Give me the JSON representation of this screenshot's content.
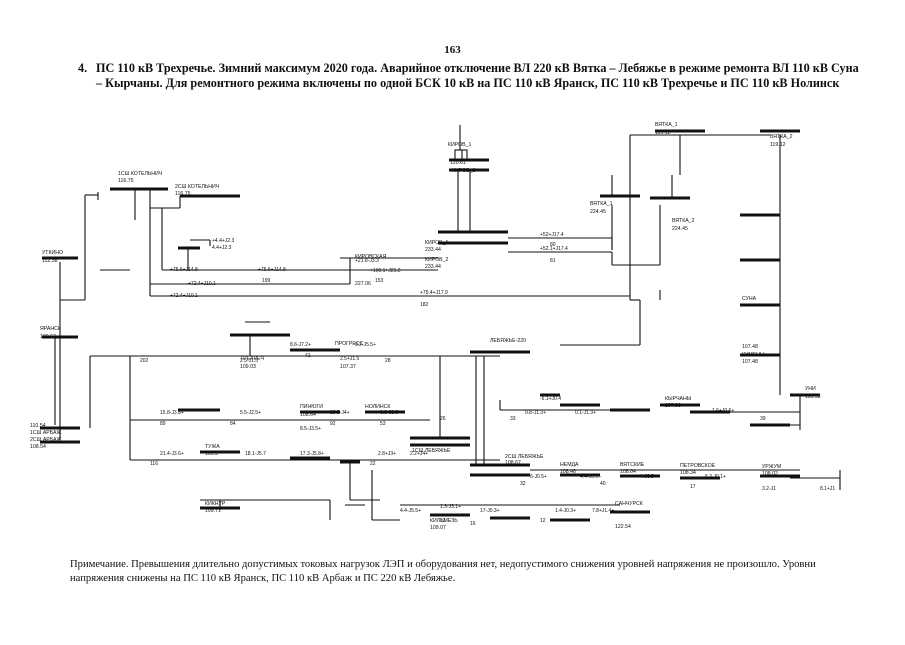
{
  "page_number": "163",
  "heading": {
    "number": "4.",
    "text": "ПС 110 кВ Трехречье. Зимний максимум 2020 года. Аварийное отключение ВЛ 220 кВ Вятка – Лебяжье в режиме ремонта ВЛ 110 кВ Суна – Кырчаны. Для ремонтного режима включены по одной БСК 10 кВ на ПС 110 кВ Яранск, ПС 110 кВ Трехречье и ПС 110 кВ Нолинск"
  },
  "diagram": {
    "buses": {
      "kotelnich1": "1СШ КОТЕЛЬНИЧ",
      "kotelnich1_v": "116.75",
      "kotelnich2": "2СШ КОТЕЛЬНИЧ",
      "kotelnich2_v": "116.75",
      "kirov1": "КИРОВ_1",
      "kirov1_v": "120.61",
      "kirov2_top": "КИРОВ_2",
      "kirov2": "КИРОВ_2",
      "kirov2_v": "233.44",
      "kirov1_mid": "КИРОВ_1",
      "kirov1_mid_v": "233.44",
      "vyatka1_top": "ВЯТКА_1",
      "vyatka1_top_v": "119.12",
      "vyatka2_top": "ВЯТКА_2",
      "vyatka2_top_v": "119.12",
      "vyatka1": "ВЯТКА_1",
      "vyatka1_v": "224.45",
      "vyatka2": "ВЯТКА_2",
      "vyatka2_v": "224.45",
      "kirovskaya": "КИРОВСКАЯ",
      "kirovskaya_v": "227.06",
      "utkino": "УТКИНО",
      "utkino_v": "112.38",
      "yaransk": "ЯРАНСК",
      "yaransk_v": "109.67",
      "treh": "ТРЕХРЕЧ",
      "treh_v": "109.03",
      "pinyugi": "ПИНЮГИ",
      "pinyugi_v": "108.64",
      "nolinsk": "НОЛИНСК",
      "arbazh1": "1СШ АРБАЖ",
      "arbazh2": "2СШ АРБАЖ",
      "arbazh_v1": "110.54",
      "arbazh_v2": "108.54",
      "lebyazhe220": "ЛЕБЯЖЬЕ-220",
      "lebyazhe1": "1СШ ЛЕБЯЖЬЕ",
      "lebyazhe2": "2СШ ЛЕБЯЖЬЕ",
      "lebyazhe_v": "108.67",
      "kirchany": "КЫРЧАНЫ",
      "kirchany_v": "107.93",
      "suna": "СУНА",
      "suna_v": "107.48",
      "uni": "УНИ",
      "uni_v": "110.53",
      "kumeny": "КУМЕНЫ",
      "kumeny_v": "107.48",
      "vyatskie": "ВЯТСКИЕ",
      "vyatskie_v": "108.04",
      "urzhum": "УРЖУМ",
      "urzhum_v": "108.02",
      "petrovskoe": "ПЕТРОВСКОЕ",
      "petrovskoe_v": "108.34",
      "sanchursk": "САНЧУРСК",
      "sanchursk_v": "122.54",
      "nemda": "НЕМДА",
      "nemda_v": "108.46",
      "progress": "ПРОГРЕСС",
      "progress_v": "107.37",
      "kiknur": "КИКНУР",
      "kiknur_v": "109.71",
      "tuzha": "ТУЖА",
      "tuzha_v": "109.3",
      "kilmez": "КИЛЬМЕЗЬ",
      "kilmez_v": "109.07"
    },
    "flows": [
      "+76.6+J14.8",
      "+76.6+J14.8",
      "+72.4+J10.1",
      "+72.4+J10.1",
      "+52+J17.4",
      "+52.1+J17.4",
      "+75.4+J17.9",
      "+100.1+J21.2",
      "+21.8-J3.3",
      "-6.1+J0.4",
      "+4.4+J2.3",
      "4.4+J2.3",
      "8.6-J7.2+",
      "9.2-J5.5+",
      "2.5+J1.5",
      "2.5-J1.5",
      "5.5-J2.5+",
      "8.5-J3.5+",
      "10.5-J4+",
      "9.3-J3.5+",
      "15.8-J3.8+",
      "21.4-J3.6+",
      "18.1-J5.7",
      "17.3-J5.8+",
      "2.8+J3+",
      "2.2+J4+",
      "4.4-J5.5+",
      "1.3-J3.1+",
      "17-J0.3+",
      "1.4-J0.3+",
      "7.8+J1.4+",
      "1.6+J0.6+",
      "6-J0.5+",
      "4.4-J0.5+",
      "4-J0.5+",
      "5.2-J0.1+",
      "9.8-J1.3+",
      "0.1-J1.3+",
      "3.2-J1",
      "8.1+J1"
    ],
    "line_numbers": [
      "199",
      "153",
      "80",
      "81",
      "182",
      "202",
      "41",
      "28",
      "26",
      "89",
      "84",
      "92",
      "53",
      "33",
      "32",
      "40",
      "17",
      "116",
      "22",
      "12",
      "16",
      "12",
      "39"
    ]
  },
  "note": "Примечание. Превышения длительно допустимых токовых нагрузок ЛЭП и оборудования нет, недопустимого снижения уровней напряжения не произошло. Уровни напряжения снижены на ПС 110 кВ Яранск, ПС 110 кВ Арбаж и ПС 220 кВ Лебяжье."
}
